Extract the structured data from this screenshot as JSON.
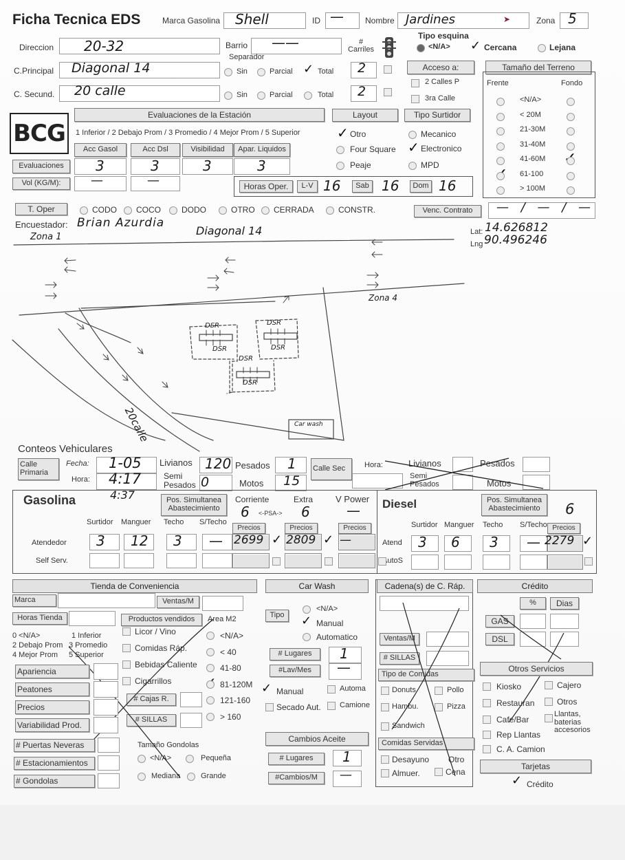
{
  "header": {
    "title": "Ficha Tecnica EDS",
    "marca_label": "Marca Gasolina",
    "marca_value": "Shell",
    "id_label": "ID",
    "id_value": "—",
    "nombre_label": "Nombre",
    "nombre_value": "Jardines",
    "zona_label": "Zona",
    "zona_value": "5"
  },
  "address": {
    "direccion_label": "Direccion",
    "direccion_value": "20-32",
    "barrio_label": "Barrio",
    "barrio_value": "——",
    "carriles_label": "# Carriles",
    "separador_label": "Separador",
    "principal_label": "C.Principal",
    "principal_value": "Diagonal 14",
    "secundaria_label": "C. Secund.",
    "secundaria_value": "20 calle",
    "opt_sin": "Sin",
    "opt_parcial": "Parcial",
    "opt_total": "Total",
    "carriles_principal": "2",
    "carriles_secundaria": "2"
  },
  "tipo_esquina": {
    "label": "Tipo esquina",
    "na": "<N/A>",
    "cercana": "Cercana",
    "lejana": "Lejana"
  },
  "acceso": {
    "label": "Acceso a:",
    "opt1": "2 Calles P",
    "opt2": "3ra Calle"
  },
  "terreno": {
    "label": "Tamaño del Terreno",
    "frente": "Frente",
    "fondo": "Fondo",
    "options": [
      "<N/A>",
      "< 20M",
      "21-30M",
      "31-40M",
      "41-60M",
      "61-100",
      "> 100M"
    ]
  },
  "logo": "BCG",
  "evaluaciones": {
    "header": "Evaluaciones de la Estación",
    "scale": "1 Inferior / 2 Debajo Prom / 3 Promedio / 4 Mejor Prom / 5 Superior",
    "cols": [
      "Acc Gasol",
      "Acc Dsl",
      "Visibilidad",
      "Apar. Liquidos"
    ],
    "row_label": "Evaluaciones",
    "values": [
      "3",
      "3",
      "3",
      "3"
    ],
    "vol_label": "Vol (KG/M):",
    "vol_values": [
      "—",
      "—"
    ]
  },
  "layout": {
    "label": "Layout",
    "otro": "Otro",
    "four_square": "Four Square",
    "peaje": "Peaje"
  },
  "surtidor": {
    "label": "Tipo Surtidor",
    "mecanico": "Mecanico",
    "electronico": "Electronico",
    "mpd": "MPD"
  },
  "horas": {
    "label": "Horas Oper.",
    "lv_label": "L-V",
    "lv_value": "16",
    "sab_label": "Sab",
    "sab_value": "16",
    "dom_label": "Dom",
    "dom_value": "16"
  },
  "operacion": {
    "label": "T. Oper",
    "opts": [
      "CODO",
      "COCO",
      "DODO",
      "OTRO",
      "CERRADA",
      "CONSTR."
    ],
    "contrato_label": "Venc. Contrato",
    "contrato_value": "— / — / —"
  },
  "encuestador": {
    "label": "Encuestador:",
    "value": "Brian Azurdia"
  },
  "coords": {
    "lat_label": "Lat:",
    "lat_value": "14.626812",
    "lng_label": "Lng",
    "lng_value": "90.496246"
  },
  "sketch": {
    "zona1": "Zona 1",
    "diagonal": "Diagonal 14",
    "zona4": "Zona 4",
    "calle": "20calle",
    "dsr": "DSR",
    "carwash": "Car wash"
  },
  "conteos": {
    "title": "Conteos Vehiculares",
    "calle_primaria": "Calle Primaria",
    "calle_sec": "Calle Sec",
    "fecha_label": "Fecha:",
    "fecha_value": "1-05",
    "hora_label": "Hora:",
    "hora_value": "4:17",
    "hora_extra": "4:37",
    "livianos_label": "Livianos",
    "livianos_value": "120",
    "pesados_label": "Pesados",
    "pesados_value": "1",
    "semi_label": "Semi Pesados",
    "semi_value": "0",
    "motos_label": "Motos",
    "motos_value": "15"
  },
  "gasolina": {
    "title": "Gasolina",
    "pos_label": "Pos. Simultanea Abastecimiento",
    "corriente_label": "Corriente",
    "corriente_value": "6",
    "psa_label": "<-PSA->",
    "extra_label": "Extra",
    "extra_value": "6",
    "vpower_label": "V Power",
    "vpower_value": "—",
    "cols": [
      "Surtidor",
      "Manguer",
      "Techo",
      "S/Techo"
    ],
    "precios_label": "Precios",
    "atendedor_label": "Atendedor",
    "atendedor": [
      "3",
      "12",
      "3",
      "—"
    ],
    "precio_corriente": "2699",
    "precio_extra": "2809",
    "precio_vpower": "—",
    "self_label": "Self Serv."
  },
  "diesel": {
    "title": "Diesel",
    "pos_label": "Pos. Simultanea Abastecimiento",
    "pos_value": "6",
    "cols": [
      "Surtidor",
      "Manguer",
      "Techo",
      "S/Techo"
    ],
    "precios_label": "Precios",
    "atend_label": "Atend",
    "atend": [
      "3",
      "6",
      "3",
      "—"
    ],
    "precio": "2279",
    "autos_label": "AutoS"
  },
  "tienda": {
    "title": "Tienda de Conveniencia",
    "marca_label": "Marca",
    "ventas_label": "Ventas/M",
    "horas_label": "Horas Tienda",
    "productos_label": "Productos vendidos",
    "area_label": "Area M2",
    "scale": [
      "0 <N/A>",
      "1 Inferior",
      "2 Debajo Prom",
      "3 Promedio",
      "4 Mejor Prom",
      "5 Superior"
    ],
    "productos": [
      "Licor / Vino",
      "Comidas Ráp.",
      "Bebidas Caliente",
      "Cigarrillos"
    ],
    "areas": [
      "<N/A>",
      "< 40",
      "41-80",
      "81-120M",
      "121-160",
      "> 160"
    ],
    "eval": [
      "Apariencia",
      "Peatones",
      "Precios",
      "Variabilidad Prod."
    ],
    "cajas_label": "# Cajas R.",
    "sillas_label": "# SILLAS",
    "counts": [
      "# Puertas Neveras",
      "# Estacionamientos",
      "# Gondolas"
    ],
    "gondolas_label": "Tamaño Gondolas",
    "gondolas": [
      "<N/A>",
      "Pequeña",
      "Mediana",
      "Grande"
    ]
  },
  "carwash": {
    "title": "Car Wash",
    "tipo_label": "Tipo",
    "na": "<N/A>",
    "manual": "Manual",
    "automatico": "Automatico",
    "lugares_label": "# Lugares",
    "lugares_value": "1",
    "lav_label": "#Lav/Mes",
    "lav_value": "—",
    "opt_manual": "Manual",
    "opt_autom": "Automa",
    "opt_secado": "Secado Aut.",
    "opt_camiones": "Camione"
  },
  "cambios": {
    "title": "Cambios Aceite",
    "lugares_label": "# Lugares",
    "lugares_value": "1",
    "cambios_label": "#Cambios/M",
    "cambios_value": "—"
  },
  "cadena": {
    "title": "Cadena(s) de C. Ráp.",
    "ventas_label": "Ventas/M",
    "sillas_label": "# SILLAS",
    "tipo_label": "Tipo de Comidas",
    "tipos": [
      "Donuts",
      "Pollo",
      "Hambu.",
      "Pizza",
      "Sandwich"
    ],
    "servidas_label": "Comidas Servidas",
    "servidas": [
      "Desayuno",
      "Otro",
      "Almuer.",
      "Cena"
    ]
  },
  "credito": {
    "title": "Crédito",
    "pct": "%",
    "dias": "Dias",
    "gas": "GAS",
    "dsl": "DSL",
    "otros_label": "Otros Servicios",
    "otros": [
      "Kiosko",
      "Cajero",
      "Restauran",
      "Otros",
      "Cafe/Bar",
      "Llantas, baterias accesorios",
      "Rep Llantas",
      "C. A. Camion"
    ],
    "tarjetas_label": "Tarjetas",
    "tarjeta_credito": "Crédito"
  }
}
